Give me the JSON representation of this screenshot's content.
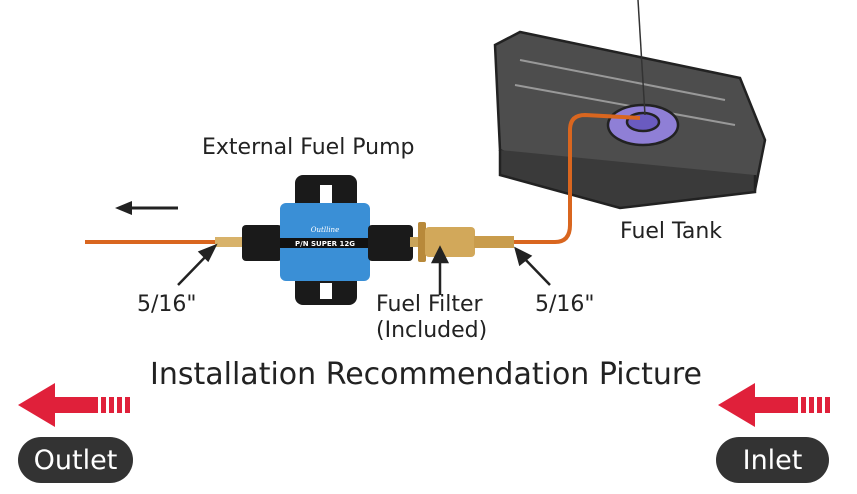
{
  "labels": {
    "pump": "External Fuel Pump",
    "tank": "Fuel Tank",
    "size_left": "5/16\"",
    "size_right": "5/16\"",
    "filter_line1": "Fuel Filter",
    "filter_line2": "(Included)",
    "title": "Installation Recommendation Picture",
    "pump_brand": "Outlline",
    "pump_part": "P/N SUPER 12G"
  },
  "legend": {
    "outlet": "Outlet",
    "inlet": "Inlet"
  },
  "colors": {
    "pipe": "#d9661f",
    "arrow": "#e0203a",
    "pill": "#333333",
    "pump_blue": "#3a8fd6"
  }
}
